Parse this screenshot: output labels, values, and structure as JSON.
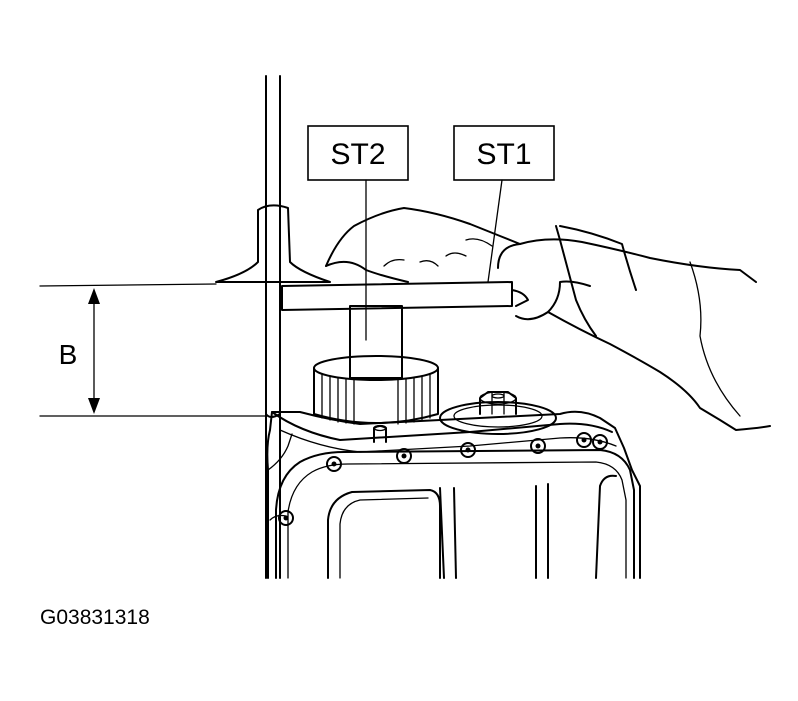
{
  "callouts": {
    "st2": "ST2",
    "st1": "ST1"
  },
  "dimension": {
    "label": "B"
  },
  "figure_id": "G03831318"
}
